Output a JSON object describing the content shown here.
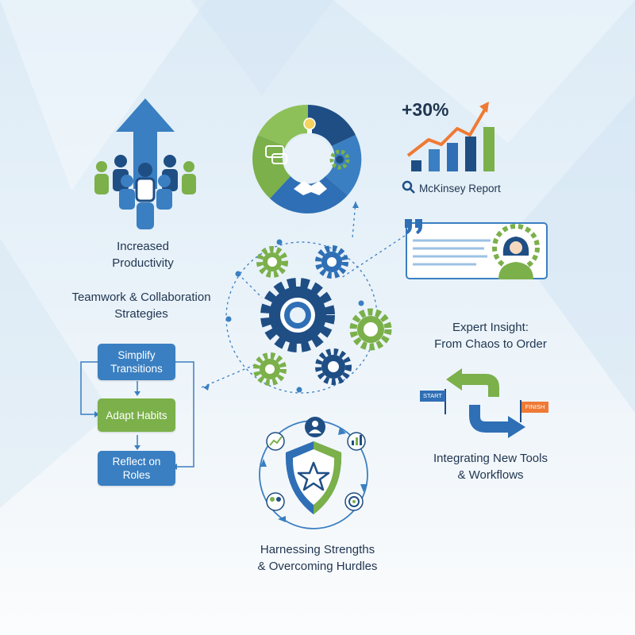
{
  "colors": {
    "blue": "#2f6fb5",
    "navy": "#1f4e84",
    "green": "#7bb04a",
    "orange": "#ef7a35",
    "text": "#1f3550"
  },
  "labels": {
    "productivity": [
      "Increased",
      "Productivity"
    ],
    "teamwork": [
      "Teamwork & Collaboration",
      "Strategies"
    ],
    "expert": [
      "Expert Insight:",
      "From Chaos to Order"
    ],
    "tools": [
      "Integrating New Tools",
      "& Workflows"
    ],
    "strengths": [
      "Harnessing Strengths",
      "& Overcoming Hurdles"
    ]
  },
  "growth": {
    "percent": "+30%",
    "source": "McKinsey Report"
  },
  "flow": [
    {
      "lines": [
        "Simplify",
        "Transitions"
      ],
      "color": "blue"
    },
    {
      "lines": [
        "Adapt Habits"
      ],
      "color": "green"
    },
    {
      "lines": [
        "Reflect on",
        "Roles"
      ],
      "color": "blue"
    }
  ],
  "journey": {
    "start": "START",
    "finish": "FINISH"
  },
  "icons": [
    "team-arrow-icon",
    "cycle-wheel-icon",
    "lightbulb-icon",
    "chat-icon",
    "handshake-icon",
    "gear-icon",
    "bar-chart-icon",
    "magnifier-icon",
    "quote-icon",
    "expert-avatar-icon",
    "shield-star-icon",
    "target-icon",
    "flag-icon"
  ]
}
